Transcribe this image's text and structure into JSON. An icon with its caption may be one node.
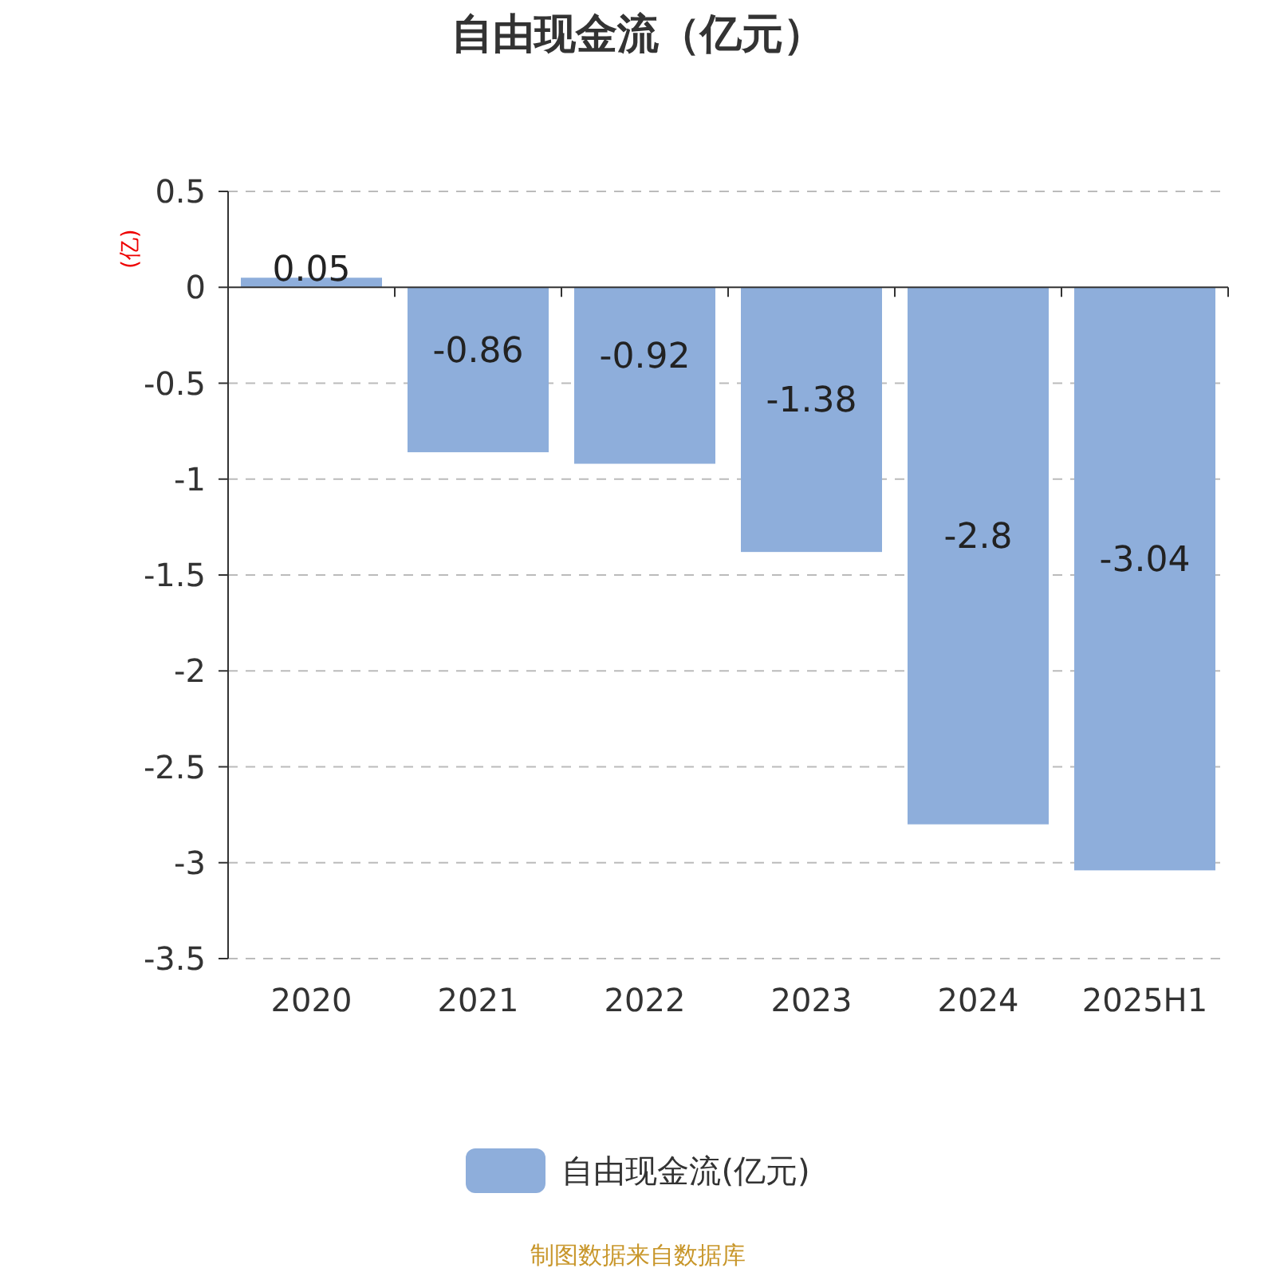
{
  "diagram": {
    "title": "自由现金流（亿元）",
    "caption": "制图数据来自数据库",
    "chart_data": {
      "type": "bar",
      "ylabel": "(亿)",
      "categories": [
        "2020",
        "2021",
        "2022",
        "2023",
        "2024",
        "2025H1"
      ],
      "series": [
        {
          "name": "自由现金流(亿元)",
          "color": "#8eaedb",
          "values": [
            0.05,
            -0.86,
            -0.92,
            -1.38,
            -2.8,
            -3.04
          ]
        }
      ],
      "ylim": [
        -3.5,
        0.5
      ],
      "yticks": [
        0.5,
        0,
        -0.5,
        -1,
        -1.5,
        -2,
        -2.5,
        -3,
        -3.5
      ],
      "grid": "y",
      "data_labels": true
    }
  }
}
